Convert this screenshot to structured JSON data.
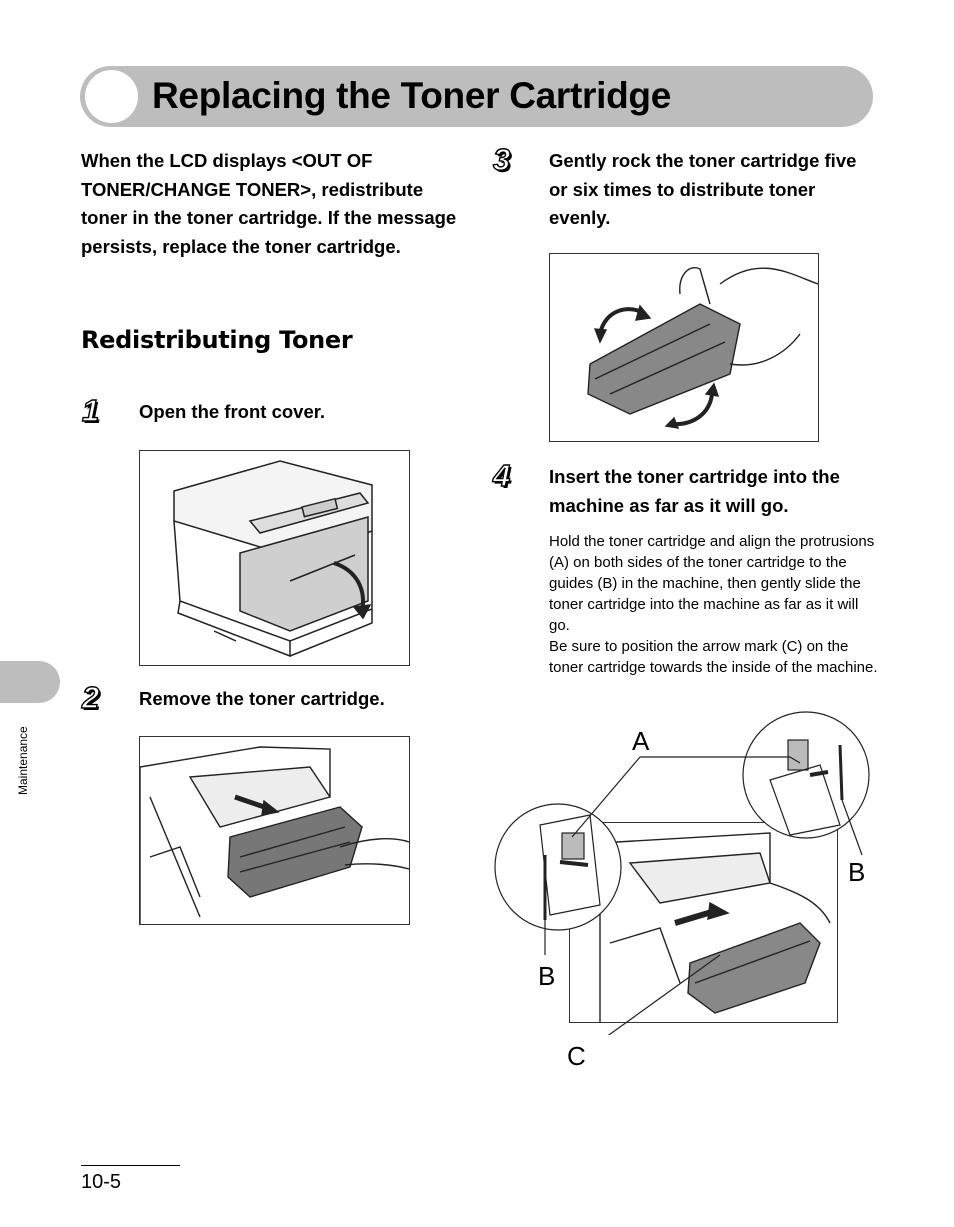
{
  "header": {
    "title": "Replacing the Toner Cartridge"
  },
  "intro": "When the LCD displays <OUT OF TONER/CHANGE TONER>, redistribute toner in the toner cartridge. If the message persists, replace the toner cartridge.",
  "section_heading": "Redistributing Toner",
  "steps": [
    {
      "number": "1",
      "text": "Open the front cover."
    },
    {
      "number": "2",
      "text": "Remove the toner cartridge."
    },
    {
      "number": "3",
      "text": "Gently rock the toner cartridge five or six times to distribute toner evenly."
    },
    {
      "number": "4",
      "text": "Insert the toner cartridge into the machine as far as it will go.",
      "body": [
        "Hold the toner cartridge and align the protrusions (A) on both sides of the toner cartridge to the guides (B) in the machine, then gently slide the toner cartridge into the machine as far as it will go.",
        "Be sure to position the arrow mark (C) on the toner cartridge towards the inside of the machine."
      ]
    }
  ],
  "callouts": {
    "a": "A",
    "b_right": "B",
    "b_left": "B",
    "c": "C"
  },
  "side_tab": {
    "label": "Maintenance"
  },
  "footer": {
    "page_number": "10-5"
  },
  "colors": {
    "title_bar": "#bdbdbd",
    "side_tab": "#bdbdbd"
  }
}
